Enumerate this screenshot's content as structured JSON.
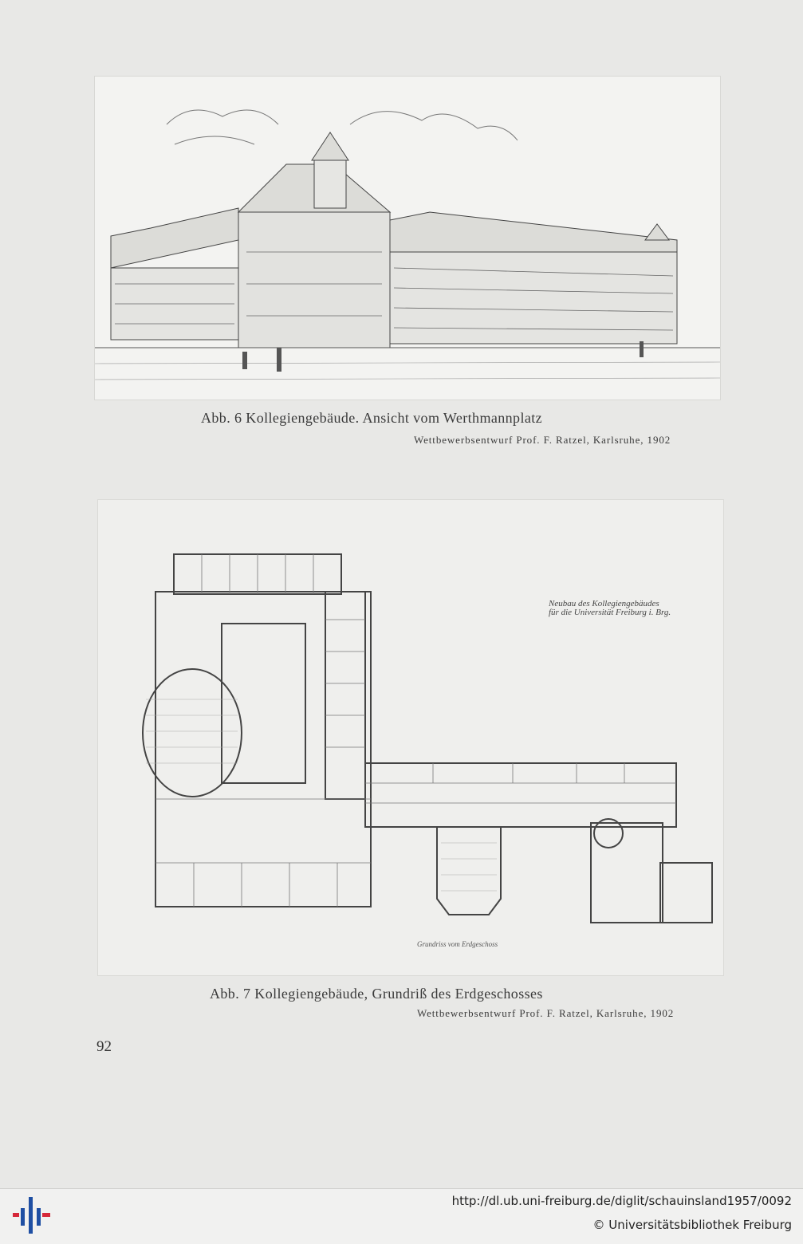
{
  "figure1": {
    "caption": "Abb. 6  Kollegiengebäude. Ansicht vom Werthmannplatz",
    "credit": "Wettbewerbsentwurf Prof. F. Ratzel, Karlsruhe, 1902",
    "image_description_icon": "building-drawing-icon"
  },
  "figure2": {
    "caption": "Abb. 7  Kollegiengebäude, Grundriß des Erdgeschosses",
    "credit": "Wettbewerbsentwurf Prof. F. Ratzel, Karlsruhe, 1902",
    "plan_title_line1": "Neubau des Kollegiengebäudes",
    "plan_title_line2": "für die Universität Freiburg i. Brg.",
    "plan_footer": "Grundriss vom Erdgeschoss",
    "image_description_icon": "floor-plan-icon"
  },
  "page_number": "92",
  "footer": {
    "url": "http://dl.ub.uni-freiburg.de/diglit/schauinsland1957/0092",
    "copyright": "© Universitätsbibliothek Freiburg",
    "logo_icon": "ub-freiburg-logo-icon",
    "logo_colors": {
      "blue": "#1f4fa3",
      "red": "#d6283a"
    }
  }
}
